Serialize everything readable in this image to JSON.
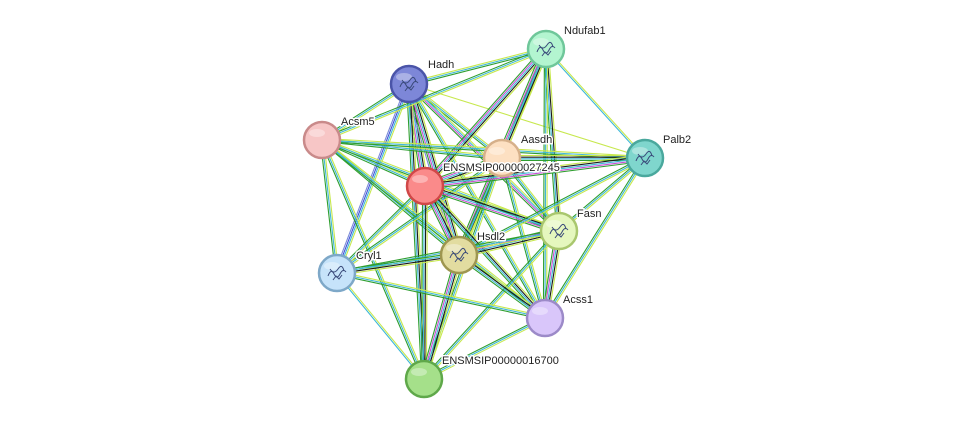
{
  "nodes": [
    {
      "id": "ndufab1",
      "label": "Ndufab1",
      "fill": "#b3f5d0",
      "stroke": "#6fc79a",
      "has_structure": true
    },
    {
      "id": "hadh",
      "label": "Hadh",
      "fill": "#7d87d8",
      "stroke": "#4a54a8",
      "has_structure": true
    },
    {
      "id": "acsm5",
      "label": "Acsm5",
      "fill": "#f7c6c6",
      "stroke": "#c98a8a",
      "has_structure": false
    },
    {
      "id": "aasdh",
      "label": "Aasdh",
      "fill": "#fde0c2",
      "stroke": "#d6b08a",
      "has_structure": false
    },
    {
      "id": "palb2",
      "label": "Palb2",
      "fill": "#7fd6cd",
      "stroke": "#4aa89d",
      "has_structure": true
    },
    {
      "id": "ensmsip27245",
      "label": "ENSMSIP00000027245",
      "fill": "#fa8a8a",
      "stroke": "#d04848",
      "has_structure": false
    },
    {
      "id": "fasn",
      "label": "Fasn",
      "fill": "#e5f7be",
      "stroke": "#a9c76e",
      "has_structure": true
    },
    {
      "id": "hsdl2",
      "label": "Hsdl2",
      "fill": "#e2dca0",
      "stroke": "#9e9650",
      "has_structure": true
    },
    {
      "id": "cryl1",
      "label": "Cryl1",
      "fill": "#c6e3fa",
      "stroke": "#7ea8c8",
      "has_structure": true
    },
    {
      "id": "acss1",
      "label": "Acss1",
      "fill": "#d9c6fa",
      "stroke": "#9c8ac8",
      "has_structure": false
    },
    {
      "id": "ensmsip16700",
      "label": "ENSMSIP00000016700",
      "fill": "#a5e08a",
      "stroke": "#5fa84a",
      "has_structure": false
    }
  ],
  "edge_colors": {
    "textmining": "#c7e84d",
    "coexpression": "#1a1a1a",
    "database": "#3fb8d8",
    "experiments": "#c74fd6",
    "neighborhood": "#2f9e2f",
    "fusion": "#3f4fd8",
    "homology": "#7a8ad8"
  },
  "edges": [
    {
      "source": "hadh",
      "target": "ndufab1",
      "evidence": [
        "textmining",
        "database",
        "neighborhood"
      ]
    },
    {
      "source": "hadh",
      "target": "acsm5",
      "evidence": [
        "textmining",
        "database",
        "neighborhood"
      ]
    },
    {
      "source": "hadh",
      "target": "aasdh",
      "evidence": [
        "textmining",
        "database",
        "neighborhood"
      ]
    },
    {
      "source": "hadh",
      "target": "ensmsip27245",
      "evidence": [
        "textmining",
        "coexpression",
        "database",
        "experiments",
        "neighborhood"
      ]
    },
    {
      "source": "hadh",
      "target": "fasn",
      "evidence": [
        "textmining",
        "database",
        "experiments",
        "neighborhood"
      ]
    },
    {
      "source": "hadh",
      "target": "hsdl2",
      "evidence": [
        "textmining",
        "coexpression",
        "database",
        "experiments",
        "neighborhood",
        "homology"
      ]
    },
    {
      "source": "hadh",
      "target": "cryl1",
      "evidence": [
        "textmining",
        "database",
        "fusion",
        "homology"
      ]
    },
    {
      "source": "hadh",
      "target": "acss1",
      "evidence": [
        "textmining",
        "database",
        "neighborhood"
      ]
    },
    {
      "source": "hadh",
      "target": "ensmsip16700",
      "evidence": [
        "textmining",
        "coexpression",
        "database",
        "neighborhood"
      ]
    },
    {
      "source": "hadh",
      "target": "palb2",
      "evidence": [
        "textmining"
      ]
    },
    {
      "source": "ndufab1",
      "target": "acsm5",
      "evidence": [
        "textmining",
        "database",
        "neighborhood"
      ]
    },
    {
      "source": "ndufab1",
      "target": "aasdh",
      "evidence": [
        "textmining",
        "database",
        "neighborhood"
      ]
    },
    {
      "source": "ndufab1",
      "target": "ensmsip27245",
      "evidence": [
        "textmining",
        "coexpression",
        "database",
        "experiments",
        "neighborhood"
      ]
    },
    {
      "source": "ndufab1",
      "target": "fasn",
      "evidence": [
        "textmining",
        "coexpression",
        "database",
        "neighborhood"
      ]
    },
    {
      "source": "ndufab1",
      "target": "hsdl2",
      "evidence": [
        "textmining",
        "coexpression",
        "database",
        "experiments",
        "neighborhood"
      ]
    },
    {
      "source": "ndufab1",
      "target": "acss1",
      "evidence": [
        "textmining",
        "database",
        "neighborhood"
      ]
    },
    {
      "source": "ndufab1",
      "target": "palb2",
      "evidence": [
        "textmining",
        "database"
      ]
    },
    {
      "source": "acsm5",
      "target": "aasdh",
      "evidence": [
        "textmining",
        "database",
        "neighborhood"
      ]
    },
    {
      "source": "acsm5",
      "target": "ensmsip27245",
      "evidence": [
        "textmining",
        "database",
        "neighborhood"
      ]
    },
    {
      "source": "acsm5",
      "target": "fasn",
      "evidence": [
        "textmining",
        "database",
        "neighborhood"
      ]
    },
    {
      "source": "acsm5",
      "target": "hsdl2",
      "evidence": [
        "textmining",
        "database",
        "neighborhood"
      ]
    },
    {
      "source": "acsm5",
      "target": "cryl1",
      "evidence": [
        "textmining",
        "database",
        "neighborhood"
      ]
    },
    {
      "source": "acsm5",
      "target": "acss1",
      "evidence": [
        "textmining",
        "database",
        "neighborhood"
      ]
    },
    {
      "source": "acsm5",
      "target": "ensmsip16700",
      "evidence": [
        "textmining",
        "database",
        "neighborhood"
      ]
    },
    {
      "source": "acsm5",
      "target": "palb2",
      "evidence": [
        "textmining",
        "database",
        "neighborhood"
      ]
    },
    {
      "source": "aasdh",
      "target": "ensmsip27245",
      "evidence": [
        "textmining",
        "coexpression",
        "database",
        "experiments",
        "neighborhood"
      ]
    },
    {
      "source": "aasdh",
      "target": "palb2",
      "evidence": [
        "textmining",
        "coexpression",
        "database",
        "neighborhood"
      ]
    },
    {
      "source": "aasdh",
      "target": "fasn",
      "evidence": [
        "textmining",
        "database",
        "neighborhood"
      ]
    },
    {
      "source": "aasdh",
      "target": "hsdl2",
      "evidence": [
        "textmining",
        "database",
        "neighborhood"
      ]
    },
    {
      "source": "aasdh",
      "target": "cryl1",
      "evidence": [
        "textmining",
        "database",
        "neighborhood"
      ]
    },
    {
      "source": "aasdh",
      "target": "acss1",
      "evidence": [
        "textmining",
        "database",
        "neighborhood"
      ]
    },
    {
      "source": "aasdh",
      "target": "ensmsip16700",
      "evidence": [
        "textmining",
        "database",
        "neighborhood"
      ]
    },
    {
      "source": "ensmsip27245",
      "target": "palb2",
      "evidence": [
        "textmining",
        "coexpression",
        "database",
        "experiments",
        "neighborhood"
      ]
    },
    {
      "source": "ensmsip27245",
      "target": "fasn",
      "evidence": [
        "textmining",
        "coexpression",
        "database",
        "experiments",
        "neighborhood"
      ]
    },
    {
      "source": "ensmsip27245",
      "target": "hsdl2",
      "evidence": [
        "textmining",
        "coexpression",
        "database",
        "experiments",
        "neighborhood"
      ]
    },
    {
      "source": "ensmsip27245",
      "target": "cryl1",
      "evidence": [
        "textmining",
        "database",
        "neighborhood"
      ]
    },
    {
      "source": "ensmsip27245",
      "target": "acss1",
      "evidence": [
        "textmining",
        "coexpression",
        "database",
        "neighborhood"
      ]
    },
    {
      "source": "ensmsip27245",
      "target": "ensmsip16700",
      "evidence": [
        "textmining",
        "coexpression",
        "database",
        "neighborhood"
      ]
    },
    {
      "source": "palb2",
      "target": "fasn",
      "evidence": [
        "textmining",
        "database",
        "neighborhood"
      ]
    },
    {
      "source": "palb2",
      "target": "hsdl2",
      "evidence": [
        "textmining",
        "database",
        "neighborhood"
      ]
    },
    {
      "source": "palb2",
      "target": "acss1",
      "evidence": [
        "textmining",
        "database",
        "neighborhood"
      ]
    },
    {
      "source": "fasn",
      "target": "hsdl2",
      "evidence": [
        "textmining",
        "coexpression",
        "database",
        "experiments",
        "neighborhood"
      ]
    },
    {
      "source": "fasn",
      "target": "cryl1",
      "evidence": [
        "textmining",
        "database",
        "neighborhood"
      ]
    },
    {
      "source": "fasn",
      "target": "acss1",
      "evidence": [
        "textmining",
        "coexpression",
        "database",
        "experiments",
        "neighborhood"
      ]
    },
    {
      "source": "fasn",
      "target": "ensmsip16700",
      "evidence": [
        "textmining",
        "database",
        "neighborhood"
      ]
    },
    {
      "source": "hsdl2",
      "target": "cryl1",
      "evidence": [
        "textmining",
        "coexpression",
        "database",
        "neighborhood"
      ]
    },
    {
      "source": "hsdl2",
      "target": "acss1",
      "evidence": [
        "textmining",
        "coexpression",
        "database",
        "neighborhood"
      ]
    },
    {
      "source": "hsdl2",
      "target": "ensmsip16700",
      "evidence": [
        "textmining",
        "coexpression",
        "database",
        "experiments",
        "neighborhood"
      ]
    },
    {
      "source": "cryl1",
      "target": "acss1",
      "evidence": [
        "textmining",
        "database",
        "neighborhood"
      ]
    },
    {
      "source": "cryl1",
      "target": "ensmsip16700",
      "evidence": [
        "textmining",
        "database"
      ]
    },
    {
      "source": "acss1",
      "target": "ensmsip16700",
      "evidence": [
        "textmining",
        "database",
        "neighborhood"
      ]
    }
  ]
}
